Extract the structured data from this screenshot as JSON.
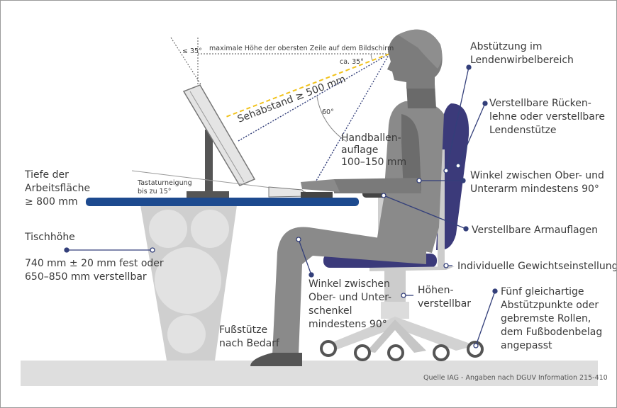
{
  "labels": {
    "angle_top": "≤ 35°",
    "top_row": "maximale Höhe der obersten Zeile auf dem Bildschirm",
    "angle_eye": "ca. 35°",
    "viewing_distance": "Sehabstand ≥ 500 mm",
    "angle_60": "60°",
    "keyboard_tilt": [
      "Tastaturneigung",
      "bis zu 15°"
    ],
    "palm_rest": [
      "Handballen-",
      "auflage",
      "100–150 mm"
    ],
    "desk_depth": [
      "Tiefe der",
      "Arbeitsfläche",
      "≥ 800 mm"
    ],
    "desk_height_title": "Tischhöhe",
    "desk_height": [
      "740 mm ± 20 mm fest oder",
      "650–850 mm verstellbar"
    ],
    "footrest": [
      "Fußstütze",
      "nach Bedarf"
    ],
    "knee_angle": [
      "Winkel zwischen",
      "Ober- und Unter-",
      "schenkel",
      "mindestens 90°"
    ],
    "height_adjust": [
      "Höhen-",
      "verstellbar"
    ],
    "lumbar_support": [
      "Abstützung im",
      "Lendenwirbelbereich"
    ],
    "backrest": [
      "Verstellbare Rücken-",
      "lehne oder verstellbare",
      "Lendenstütze"
    ],
    "arm_angle": [
      "Winkel zwischen Ober- und",
      "Unterarm mindestens 90°"
    ],
    "armrests": "Verstellbare Armauflagen",
    "weight_adjust": "Individuelle Gewichtseinstellung",
    "casters": [
      "Fünf gleichartige",
      "Abstützpunkte oder",
      "gebremste Rollen,",
      "dem Fußbodenbelag",
      "angepasst"
    ]
  },
  "source": "Quelle IAG - Angaben nach DGUV Information 215-410",
  "colors": {
    "desk_top": "#1d4a8f",
    "chair_upholstery": "#3b3a7a",
    "sight_line": "#333f7a",
    "viewing_distance_line": "#f1c21b"
  }
}
